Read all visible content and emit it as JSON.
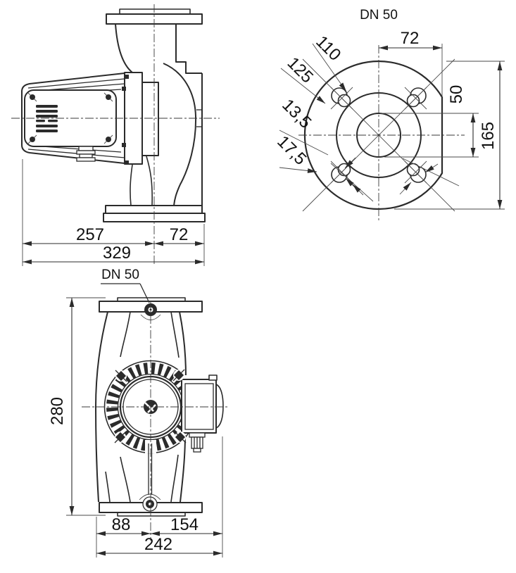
{
  "drawing": {
    "type": "technical-dimensional-drawing",
    "subject": "inline circulator pump, three orthographic views",
    "colors": {
      "background": "#ffffff",
      "line": "#2b2b2b",
      "thin_line": "#4a4a4a",
      "text": "#111111"
    },
    "side_view": {
      "dims": {
        "d257": "257",
        "d72": "72",
        "d329": "329"
      }
    },
    "flange_view": {
      "title": "DN 50",
      "dims": {
        "d110": "110",
        "d125": "125",
        "d13_5": "13,5",
        "d17_5": "17,5",
        "d72": "72",
        "d50": "50",
        "d165": "165"
      }
    },
    "front_view": {
      "title": "DN 50",
      "dims": {
        "d280": "280",
        "d88": "88",
        "d154": "154",
        "d242": "242"
      }
    }
  }
}
